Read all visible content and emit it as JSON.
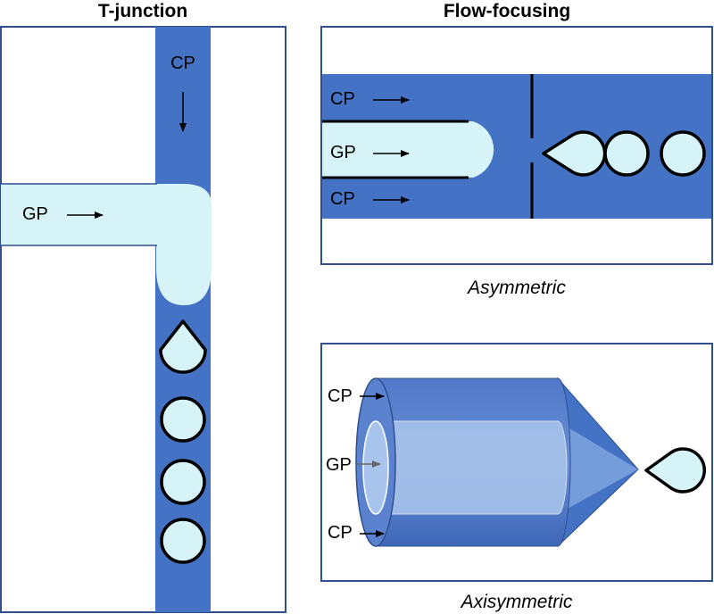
{
  "titles": {
    "t_junction": "T-junction",
    "flow_focusing": "Flow-focusing"
  },
  "captions": {
    "asymmetric": "Asymmetric",
    "axisymmetric": "Axisymmetric"
  },
  "labels": {
    "cp": "CP",
    "gp": "GP"
  },
  "colors": {
    "continuous_phase": "#4472c4",
    "gas_phase": "#d6f4f8",
    "frame": "#2f4f8f"
  }
}
